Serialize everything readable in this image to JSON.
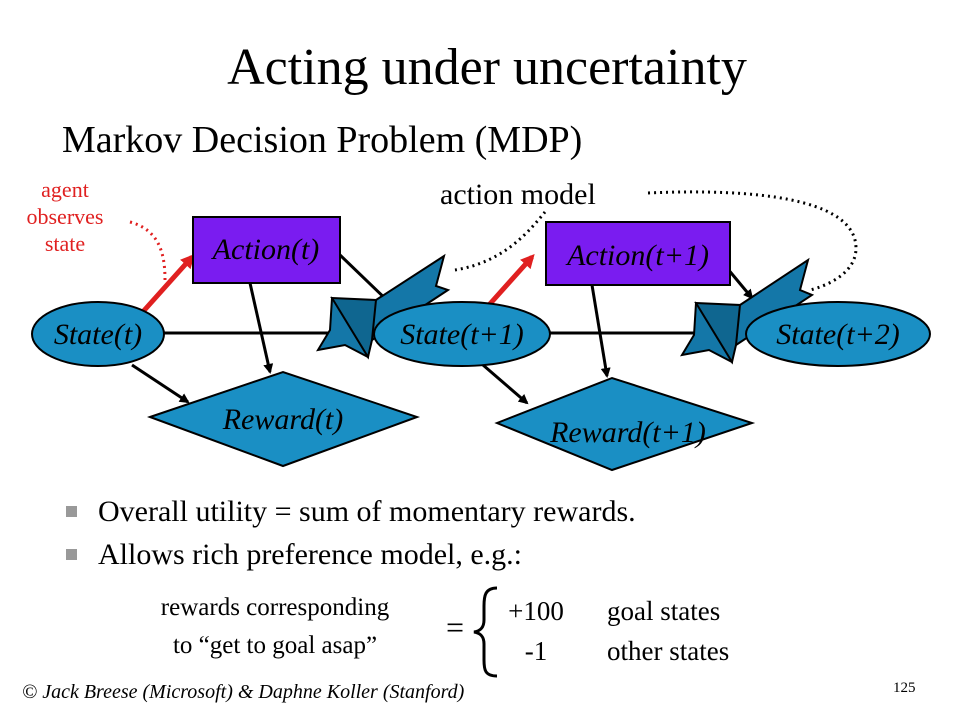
{
  "slide": {
    "title": "Acting under uncertainty",
    "subtitle": "Markov Decision Problem (MDP)",
    "footer": "© Jack Breese (Microsoft) & Daphne Koller (Stanford)",
    "page_number": "125"
  },
  "diagram": {
    "annotation_observe": [
      "agent",
      "observes",
      "state"
    ],
    "annotation_action_model": "action model",
    "nodes": {
      "action_t": "Action(t)",
      "action_t1": "Action(t+1)",
      "state_t": "State(t)",
      "state_t1": "State(t+1)",
      "state_t2": "State(t+2)",
      "reward_t": "Reward(t)",
      "reward_t1": "Reward(t+1)"
    }
  },
  "bullets": [
    "Overall utility = sum of momentary rewards.",
    "Allows rich preference model, e.g.:"
  ],
  "example": {
    "label_line1": "rewards corresponding",
    "label_line2": "to “get to goal asap”",
    "equals": "=",
    "cases": [
      {
        "value": "+100",
        "condition": "goal states"
      },
      {
        "value": "-1",
        "condition": "other states"
      }
    ]
  },
  "colors": {
    "action_fill": "#7a1cf0",
    "node_fill": "#1a8fc4",
    "ribbon_fill": "#1477a8",
    "highlight": "#e02020"
  }
}
